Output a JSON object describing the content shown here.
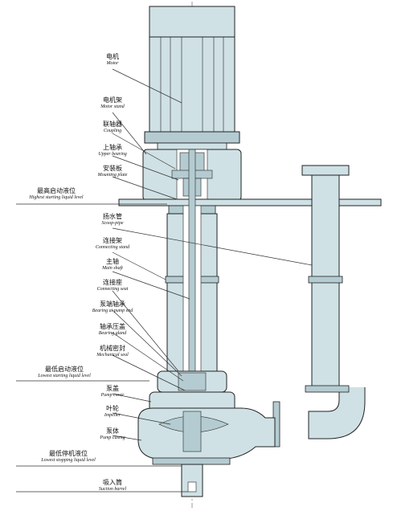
{
  "colors": {
    "part_fill": "#cfe1e5",
    "part_fill_dark": "#b4ccd1",
    "outline": "#222222",
    "leader": "#333333"
  },
  "labels": {
    "motor": {
      "zh": "电机",
      "en": "Motor"
    },
    "motor_stand": {
      "zh": "电机架",
      "en": "Motor stand"
    },
    "coupling": {
      "zh": "联轴器",
      "en": "Coupling"
    },
    "upper_bearing": {
      "zh": "上轴承",
      "en": "Upper bearing"
    },
    "mounting_plate": {
      "zh": "安装板",
      "en": "Mounting plate"
    },
    "highest_starting_level": {
      "zh": "最高启动液位",
      "en": "Highest starting liquid level"
    },
    "scoop_pipe": {
      "zh": "扬水管",
      "en": "Scoop-pipe"
    },
    "connecting_stand": {
      "zh": "连接架",
      "en": "Connecting stand"
    },
    "main_shaft": {
      "zh": "主轴",
      "en": "Main shaft"
    },
    "connecting_seat": {
      "zh": "连接座",
      "en": "Connecting seat"
    },
    "bearing_pump_end": {
      "zh": "泵端轴承",
      "en": "Bearing at pump end"
    },
    "bearing_gland": {
      "zh": "轴承压盖",
      "en": "Bearing gland"
    },
    "mechanical_seal": {
      "zh": "机械密封",
      "en": "Mechanical seal"
    },
    "lowest_starting_level": {
      "zh": "最低启动液位",
      "en": "Lowest starting liquid level"
    },
    "pump_cover": {
      "zh": "泵盖",
      "en": "Pump cover"
    },
    "impeller": {
      "zh": "叶轮",
      "en": "Impeller"
    },
    "pump_casing": {
      "zh": "泵体",
      "en": "Pump casing"
    },
    "lowest_stopping_level": {
      "zh": "最低停机液位",
      "en": "Lowest stopping liquid level"
    },
    "suction_barrel": {
      "zh": "吸入筒",
      "en": "Suction barrel"
    }
  }
}
